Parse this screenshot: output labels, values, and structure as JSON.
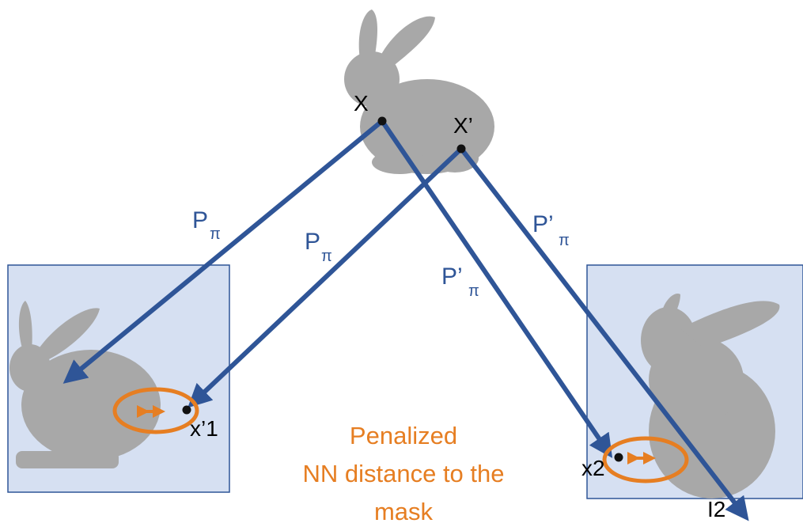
{
  "points": {
    "X": "X",
    "X_prime": "X’",
    "x_prime_1": "x’1",
    "x2": "x2",
    "I2": "I2"
  },
  "projections": {
    "p_main": "P",
    "p_prime_main": "P’",
    "sub": "π"
  },
  "annotation": {
    "line1": "Penalized",
    "line2": "NN distance to the",
    "line3": "mask"
  },
  "colors": {
    "arrow": "#2f5597",
    "highlight": "#e67e22",
    "panel_fill": "#d6e0f2",
    "panel_border": "#2f5597",
    "bunny": "#a8a8a8"
  }
}
